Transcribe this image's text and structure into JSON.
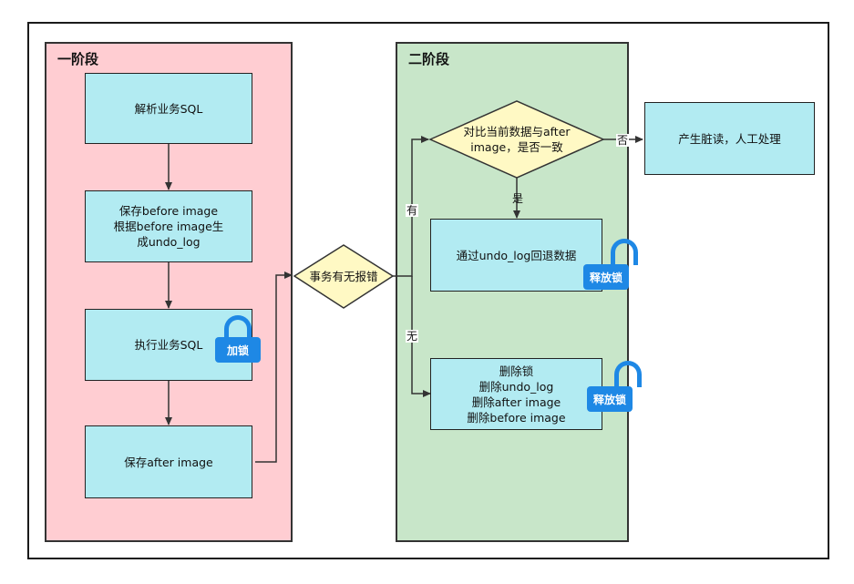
{
  "phase1": {
    "title": "一阶段"
  },
  "phase2": {
    "title": "二阶段"
  },
  "nodes": {
    "parse_sql": "解析业务SQL",
    "save_before": "保存before image\n根据before image生\n成undo_log",
    "exec_sql": "执行业务SQL",
    "save_after": "保存after image",
    "decision_error": "事务有无报错",
    "decision_compare": "对比当前数据与after\nimage，是否一致",
    "dirty_read": "产生脏读，人工处理",
    "rollback": "通过undo_log回退数据",
    "delete_all": "删除锁\n删除undo_log\n删除after image\n删除before image"
  },
  "locks": {
    "add": "加锁",
    "release1": "释放锁",
    "release2": "释放锁"
  },
  "edges": {
    "yes_has": "有",
    "no_none": "无",
    "no_fou": "否",
    "yes_shi": "是"
  },
  "colors": {
    "phase1_bg": "#ffcdd2",
    "phase2_bg": "#c8e6c9",
    "box_bg": "#b2ebf2",
    "diamond_bg": "#fff9c4",
    "lock_color": "#1e88e5"
  }
}
